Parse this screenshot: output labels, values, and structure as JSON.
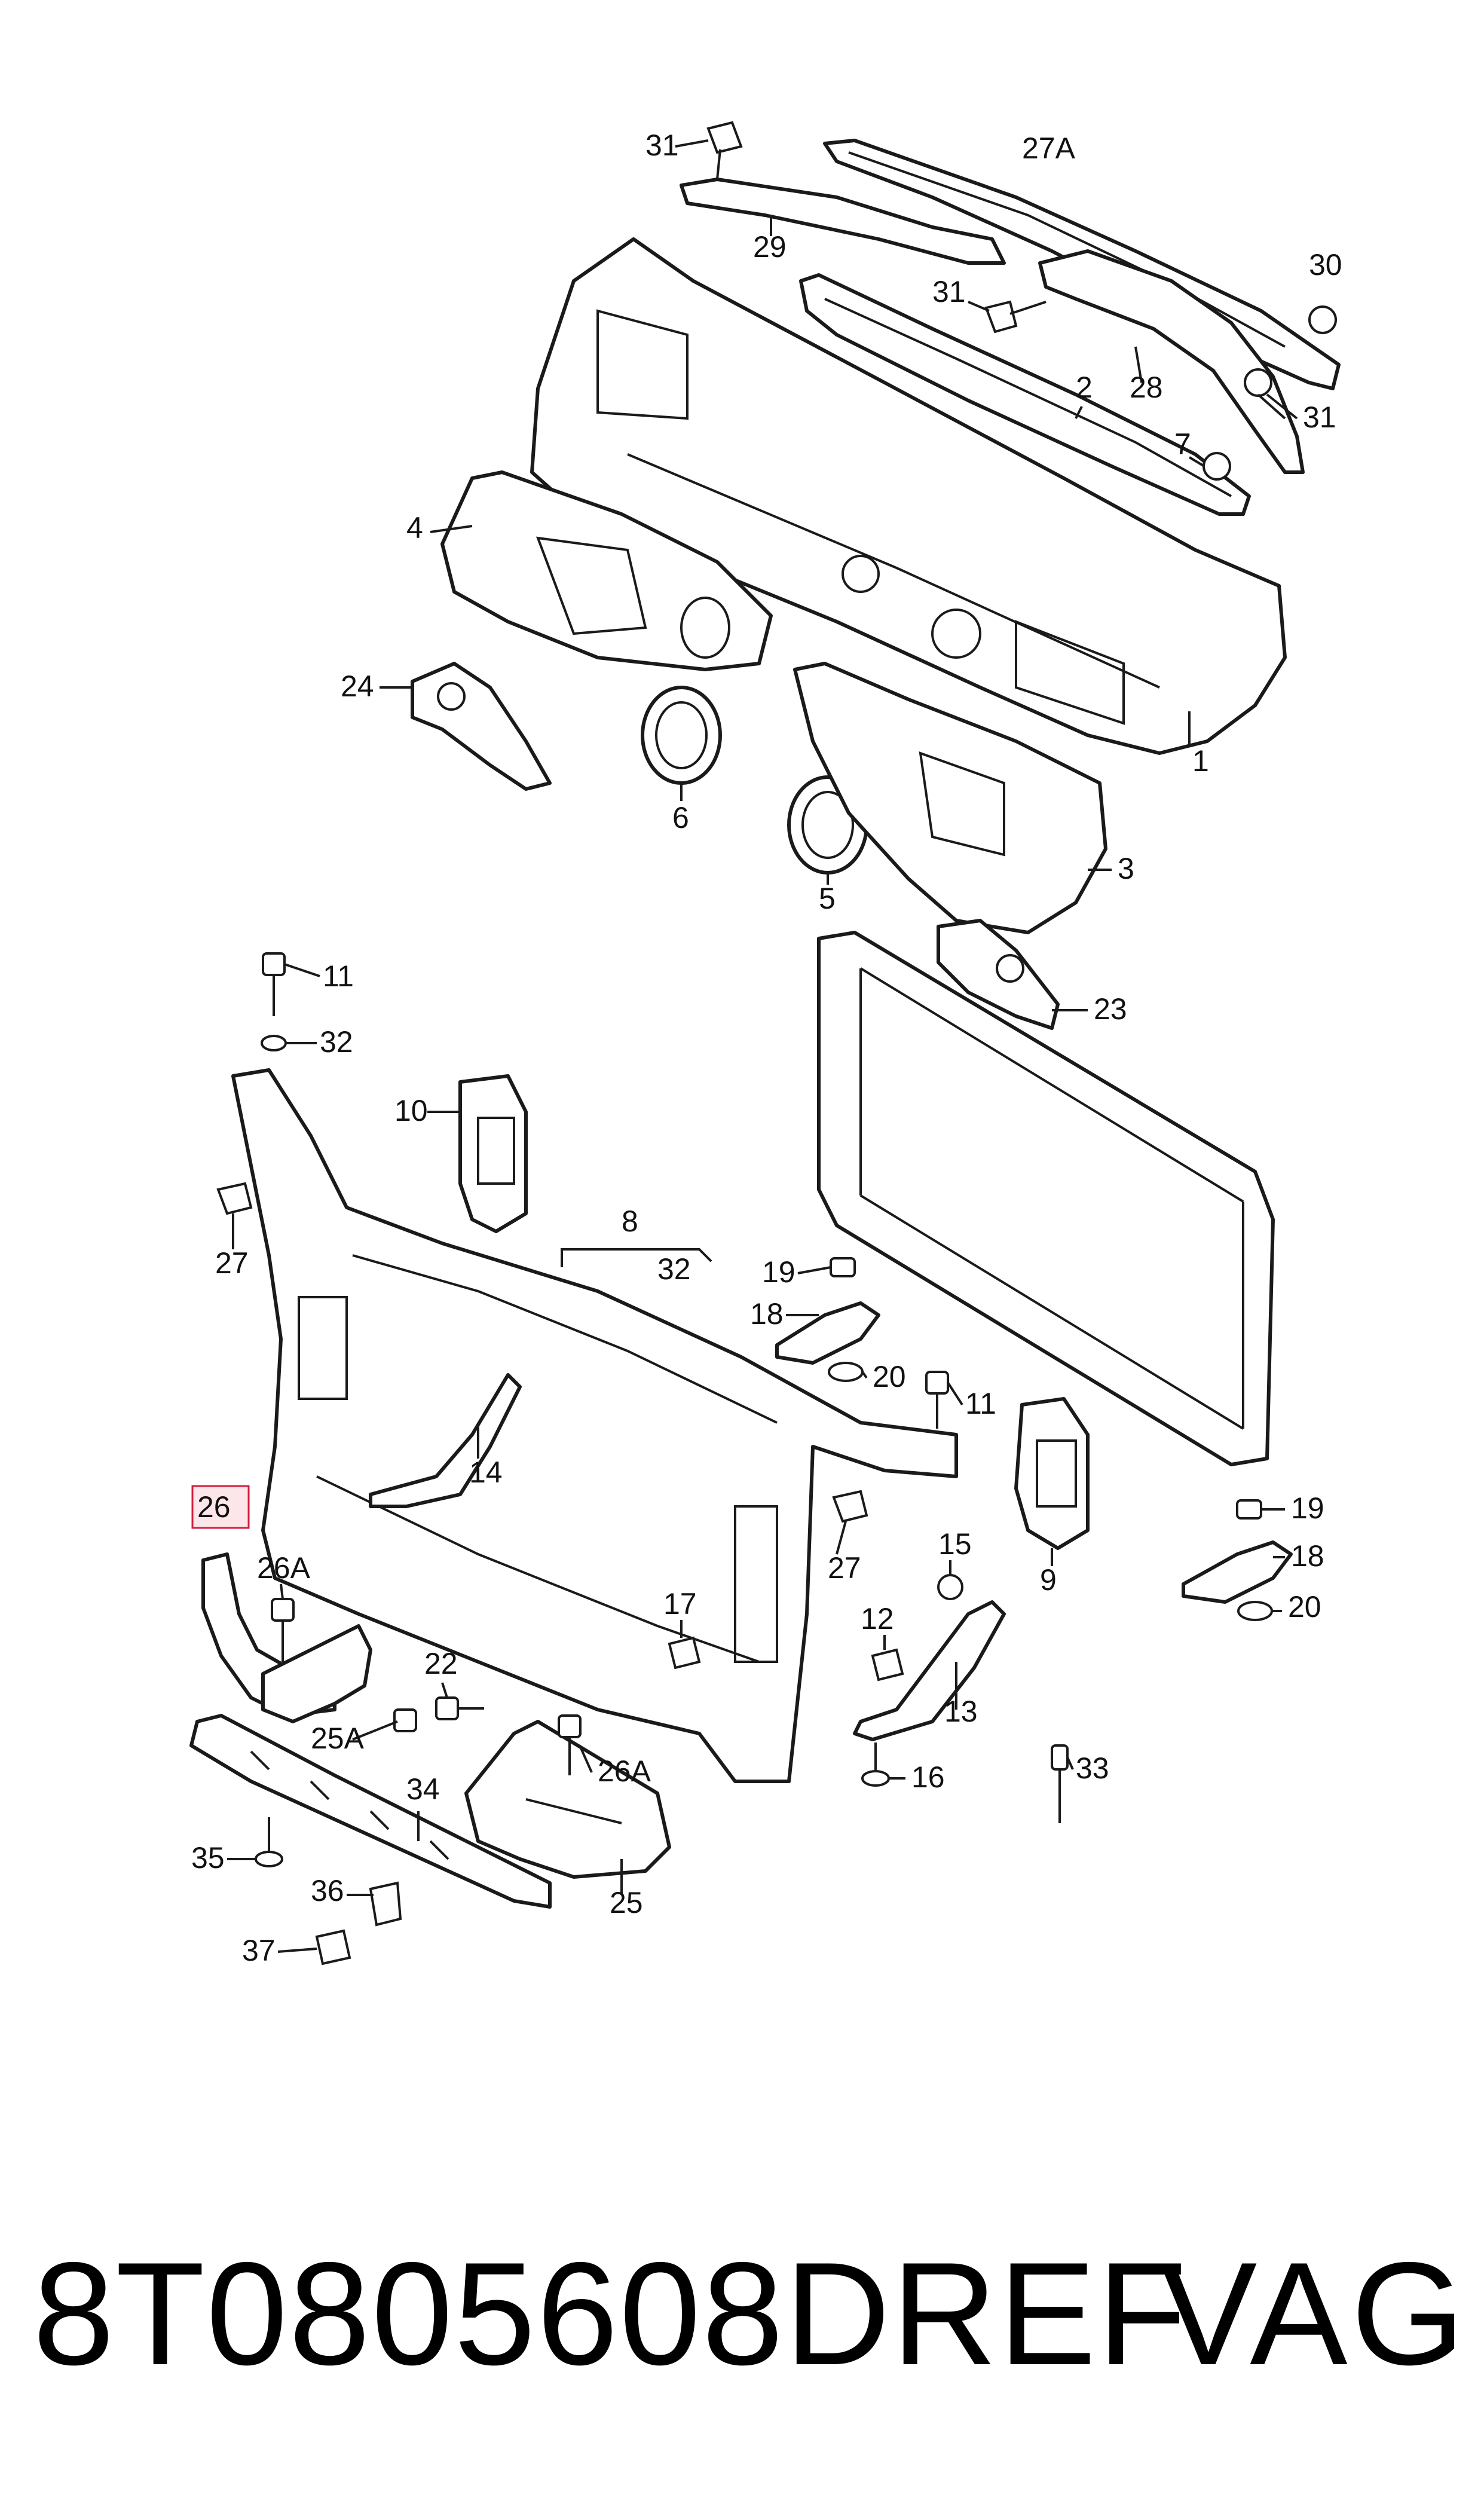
{
  "diagram": {
    "highlight_color": "#d11f3f",
    "highlighted_callout": "26",
    "callouts": [
      {
        "id": "c-31a",
        "text": "31"
      },
      {
        "id": "c-27a",
        "text": "27A"
      },
      {
        "id": "c-29",
        "text": "29"
      },
      {
        "id": "c-30",
        "text": "30"
      },
      {
        "id": "c-31b",
        "text": "31"
      },
      {
        "id": "c-2",
        "text": "2"
      },
      {
        "id": "c-28",
        "text": "28"
      },
      {
        "id": "c-31c",
        "text": "31"
      },
      {
        "id": "c-7",
        "text": "7"
      },
      {
        "id": "c-4",
        "text": "4"
      },
      {
        "id": "c-24",
        "text": "24"
      },
      {
        "id": "c-1",
        "text": "1"
      },
      {
        "id": "c-6",
        "text": "6"
      },
      {
        "id": "c-3",
        "text": "3"
      },
      {
        "id": "c-5",
        "text": "5"
      },
      {
        "id": "c-11a",
        "text": "11"
      },
      {
        "id": "c-32a",
        "text": "32"
      },
      {
        "id": "c-23",
        "text": "23"
      },
      {
        "id": "c-10",
        "text": "10"
      },
      {
        "id": "c-8",
        "text": "8"
      },
      {
        "id": "c-32b",
        "text": "32"
      },
      {
        "id": "c-27b",
        "text": "27"
      },
      {
        "id": "c-19a",
        "text": "19"
      },
      {
        "id": "c-18a",
        "text": "18"
      },
      {
        "id": "c-20a",
        "text": "20"
      },
      {
        "id": "c-11b",
        "text": "11"
      },
      {
        "id": "c-14",
        "text": "14"
      },
      {
        "id": "c-26",
        "text": "26"
      },
      {
        "id": "c-19b",
        "text": "19"
      },
      {
        "id": "c-18b",
        "text": "18"
      },
      {
        "id": "c-20b",
        "text": "20"
      },
      {
        "id": "c-9",
        "text": "9"
      },
      {
        "id": "c-27c",
        "text": "27"
      },
      {
        "id": "c-15",
        "text": "15"
      },
      {
        "id": "c-26a1",
        "text": "26A"
      },
      {
        "id": "c-17",
        "text": "17"
      },
      {
        "id": "c-12",
        "text": "12"
      },
      {
        "id": "c-22",
        "text": "22"
      },
      {
        "id": "c-13",
        "text": "13"
      },
      {
        "id": "c-25a",
        "text": "25A"
      },
      {
        "id": "c-26a2",
        "text": "26A"
      },
      {
        "id": "c-16",
        "text": "16"
      },
      {
        "id": "c-33",
        "text": "33"
      },
      {
        "id": "c-34",
        "text": "34"
      },
      {
        "id": "c-35",
        "text": "35"
      },
      {
        "id": "c-25",
        "text": "25"
      },
      {
        "id": "c-36",
        "text": "36"
      },
      {
        "id": "c-37",
        "text": "37"
      }
    ]
  },
  "footer": {
    "part_number": "8T0805608DREF",
    "brand": "VAG"
  }
}
